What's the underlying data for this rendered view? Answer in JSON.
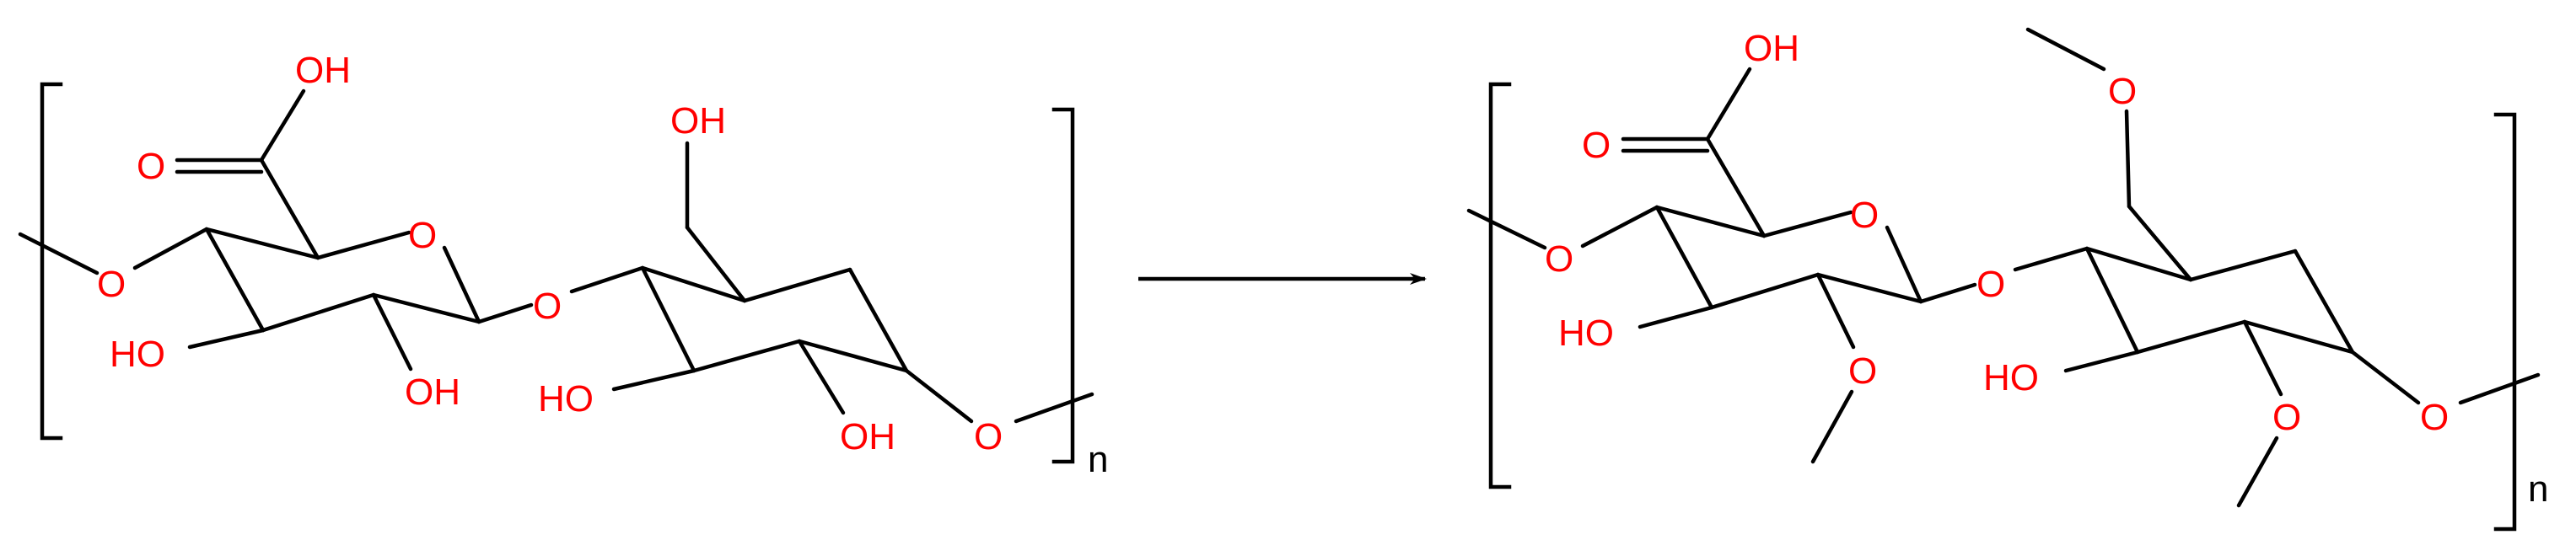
{
  "colors": {
    "heteroatom": "#ff0000",
    "bond": "#000000",
    "subscript": "#000000"
  },
  "reactant": {
    "labels": {
      "cooh_oh": "OH",
      "cooh_o": "O",
      "ring_o_1": "O",
      "link_o_left": "O",
      "oh_c3": "HO",
      "oh_c2": "OH",
      "glyco_o": "O",
      "ch2oh": "OH",
      "oh_c3b": "HO",
      "oh_c2b": "OH",
      "link_o_right": "O"
    },
    "repeat": "n"
  },
  "product": {
    "labels": {
      "cooh_oh": "OH",
      "cooh_o": "O",
      "ring_o_1": "O",
      "link_o_left": "O",
      "oh_c3": "HO",
      "ome_c2": "O",
      "glyco_o": "O",
      "ch2ome": "O",
      "oh_c3b": "HO",
      "ome_c2b": "O",
      "link_o_right": "O"
    },
    "repeat": "n"
  },
  "arrow": {
    "icon": "reaction-arrow-icon"
  }
}
